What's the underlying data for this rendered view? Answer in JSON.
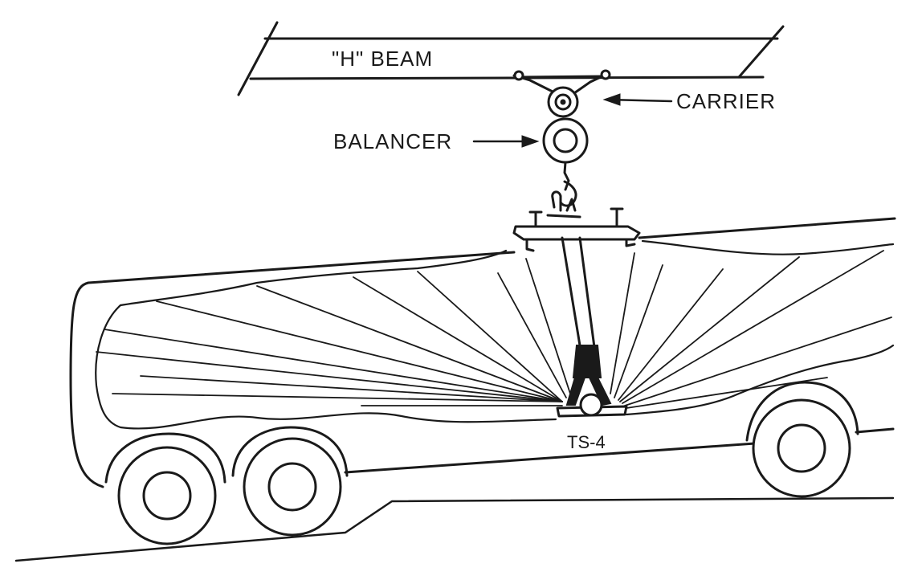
{
  "labels": {
    "beam": "\"H\" BEAM",
    "carrier": "CARRIER",
    "balancer": "BALANCER",
    "tank": "TS-4"
  },
  "colors": {
    "ink": "#1a1a1a",
    "background": "#ffffff"
  }
}
